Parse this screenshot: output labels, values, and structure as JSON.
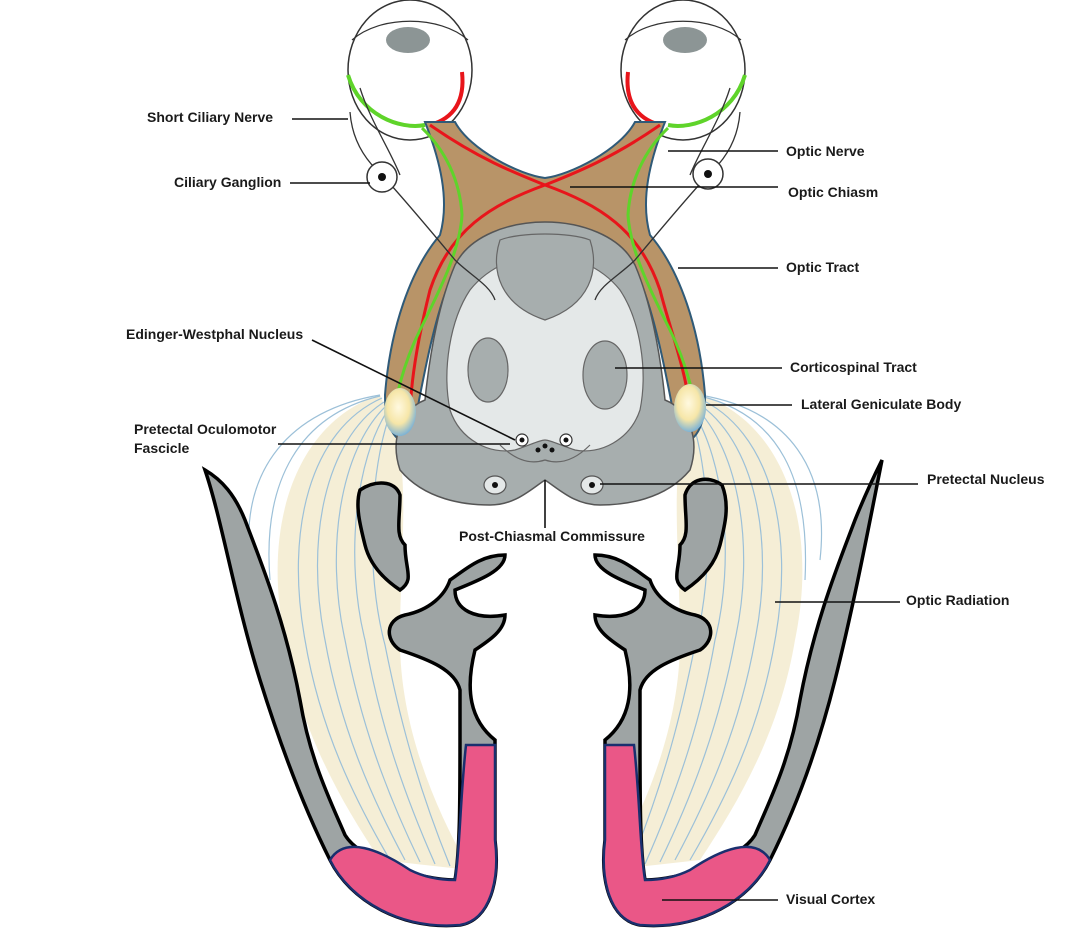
{
  "labels": {
    "short_ciliary_nerve": "Short Ciliary Nerve",
    "ciliary_ganglion": "Ciliary Ganglion",
    "optic_nerve": "Optic Nerve",
    "optic_chiasm": "Optic Chiasm",
    "optic_tract": "Optic Tract",
    "edinger_westphal_nucleus": "Edinger-Westphal Nucleus",
    "corticospinal_tract": "Corticospinal Tract",
    "lateral_geniculate_body": "Lateral Geniculate Body",
    "pretectal_oculomotor_fascicle_line1": "Pretectal Oculomotor",
    "pretectal_oculomotor_fascicle_line2": "Fascicle",
    "pretectal_nucleus": "Pretectal Nucleus",
    "post_chiasmal_commissure": "Post-Chiasmal Commissure",
    "optic_radiation": "Optic Radiation",
    "visual_cortex": "Visual Cortex"
  },
  "colors": {
    "tract_fill": "#b89468",
    "nerve_red": "#e8151b",
    "nerve_green": "#5fd42a",
    "brainstem_gray": "#a7aeae",
    "brainstem_light": "#e4e8e8",
    "cortex_gray": "#9ea4a4",
    "visual_cortex_pink": "#ea5787",
    "radiation_blue": "#9cc0d8",
    "radiation_cream": "#f1e8c8",
    "geniculate_blue": "#4f9fe6"
  }
}
